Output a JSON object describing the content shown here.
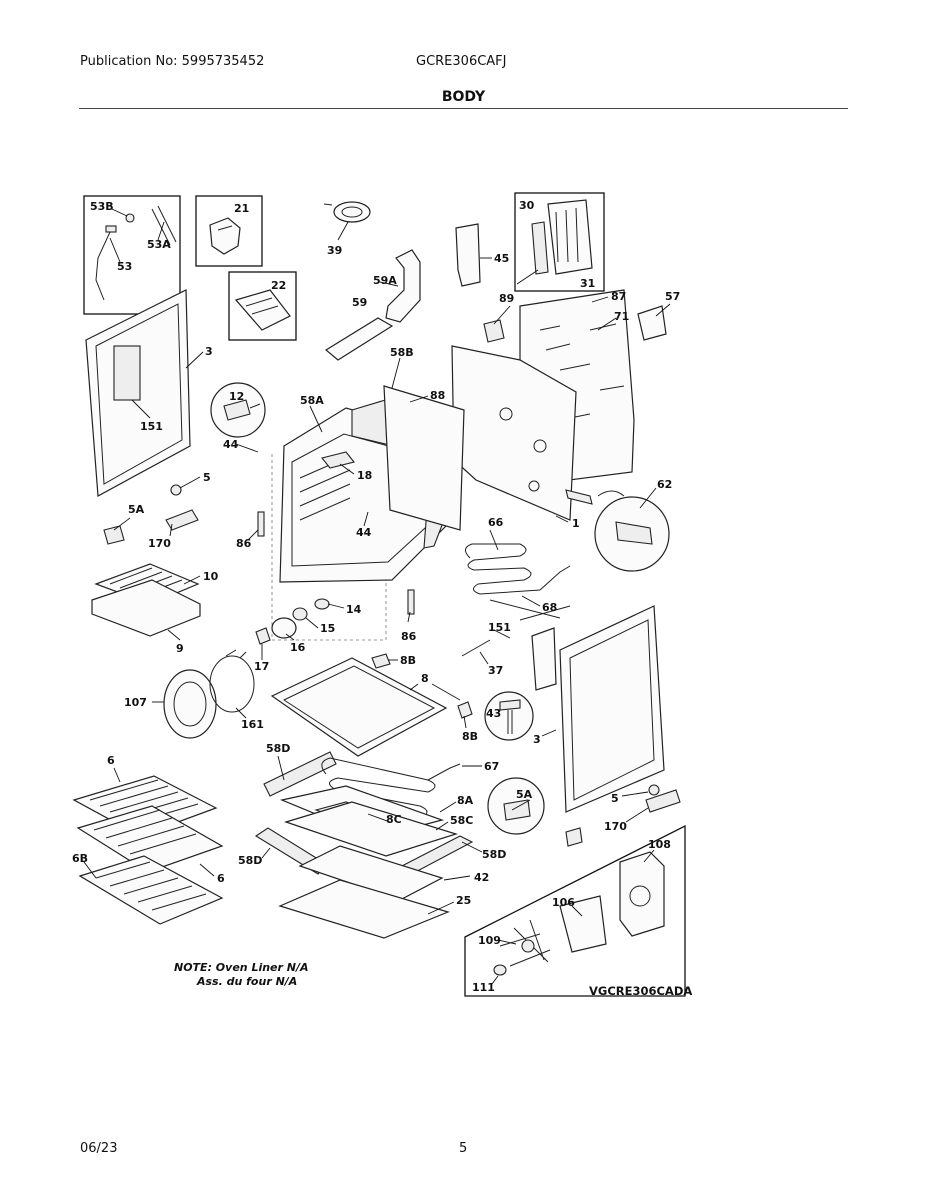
{
  "header": {
    "publication": "Publication No: 5995735452",
    "model": "GCRE306CAFJ",
    "section": "BODY"
  },
  "footer": {
    "date": "06/23",
    "page": "5"
  },
  "diagram": {
    "labels": {
      "l53b": "53B",
      "l53a": "53A",
      "l53": "53",
      "l21": "21",
      "l22": "22",
      "l39": "39",
      "l30": "30",
      "l31": "31",
      "l45": "45",
      "l59a": "59A",
      "l59": "59",
      "l89": "89",
      "l87": "87",
      "l57": "57",
      "l71": "71",
      "l3a": "3",
      "l151a": "151",
      "l58b": "58B",
      "l88": "88",
      "l12": "12",
      "l58a": "58A",
      "l44a": "44",
      "l18": "18",
      "l5a": "5",
      "l5aa": "5A",
      "l170a": "170",
      "l86a": "86",
      "l44b": "44",
      "l1": "1",
      "l62": "62",
      "l66": "66",
      "l68": "68",
      "l10": "10",
      "l14": "14",
      "l15": "15",
      "l9": "9",
      "l16": "16",
      "l86b": "86",
      "l151b": "151",
      "l17": "17",
      "l8b1": "8B",
      "l37": "37",
      "l107": "107",
      "l8": "8",
      "l161": "161",
      "l43": "43",
      "l8b2": "8B",
      "l3b": "3",
      "l6a": "6",
      "l58d1": "58D",
      "l67": "67",
      "l5ab": "5A",
      "l5b": "5",
      "l8a": "8A",
      "l170b": "170",
      "l8c": "8C",
      "l58c": "58C",
      "l108": "108",
      "l6b": "6B",
      "l58d2": "58D",
      "l58d3": "58D",
      "l6c": "6",
      "l42": "42",
      "l25": "25",
      "l106": "106",
      "l109": "109",
      "l111": "111"
    },
    "note_line1": "NOTE: Oven Liner N/A",
    "note_line2": "Ass. du four N/A",
    "figure_code": "VGCRE306CADA"
  }
}
